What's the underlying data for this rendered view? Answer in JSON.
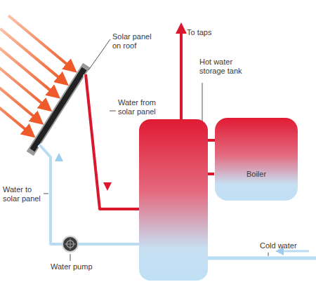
{
  "diagram": {
    "nodes": [
      {
        "text": [
          "Hot water storage tank"
        ]
      },
      {
        "text": [
          "Boiler"
        ]
      }
    ],
    "edges": [
      {
        "from": 0,
        "to": 1,
        "arrow": "none"
      }
    ],
    "labels": [
      "Solar panel on roof",
      "To taps",
      "Water from solar panel",
      "Water to solar panel",
      "Water pump",
      "Cold water"
    ]
  }
}
